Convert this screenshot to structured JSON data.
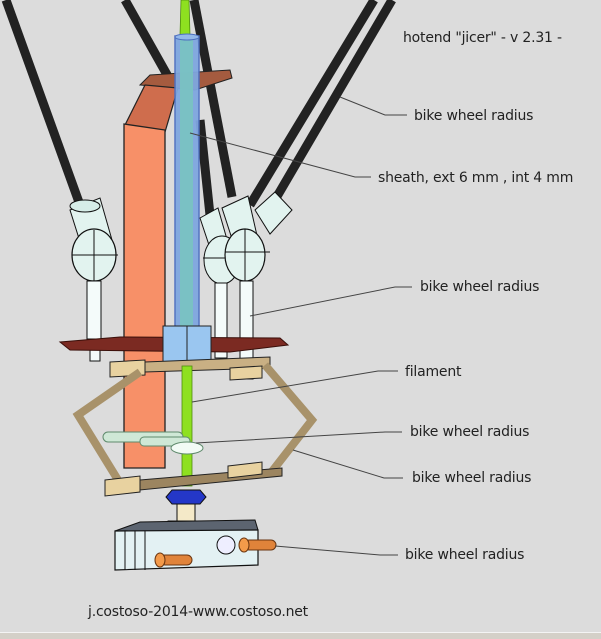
{
  "title": "hotend \"jicer\" - v 2.31 -",
  "footer": "j.costoso-2014-www.costoso.net",
  "labels": [
    {
      "id": "rods-upper",
      "text": "bike wheel radius"
    },
    {
      "id": "sheath",
      "text": "sheath, ext 6 mm , int 4 mm"
    },
    {
      "id": "rods-lower",
      "text": "bike wheel radius"
    },
    {
      "id": "filament",
      "text": "filament"
    },
    {
      "id": "clip",
      "text": "bike wheel radius"
    },
    {
      "id": "arms",
      "text": "bike wheel radius"
    },
    {
      "id": "nozzle-block",
      "text": "bike wheel radius"
    }
  ],
  "colors": {
    "background": "#dcdcdc",
    "rod": "#222222",
    "filament": "#8ee020",
    "sheath": "#7fa7e0",
    "bracket": "#f79068",
    "bracket_top": "#cf6d4d",
    "joint": "#e2f3ef",
    "arm": "#b09a72",
    "mount": "#e8d2a0",
    "nut": "#2437c8",
    "heater": "#e0833a",
    "block": "#e3f1f3"
  }
}
